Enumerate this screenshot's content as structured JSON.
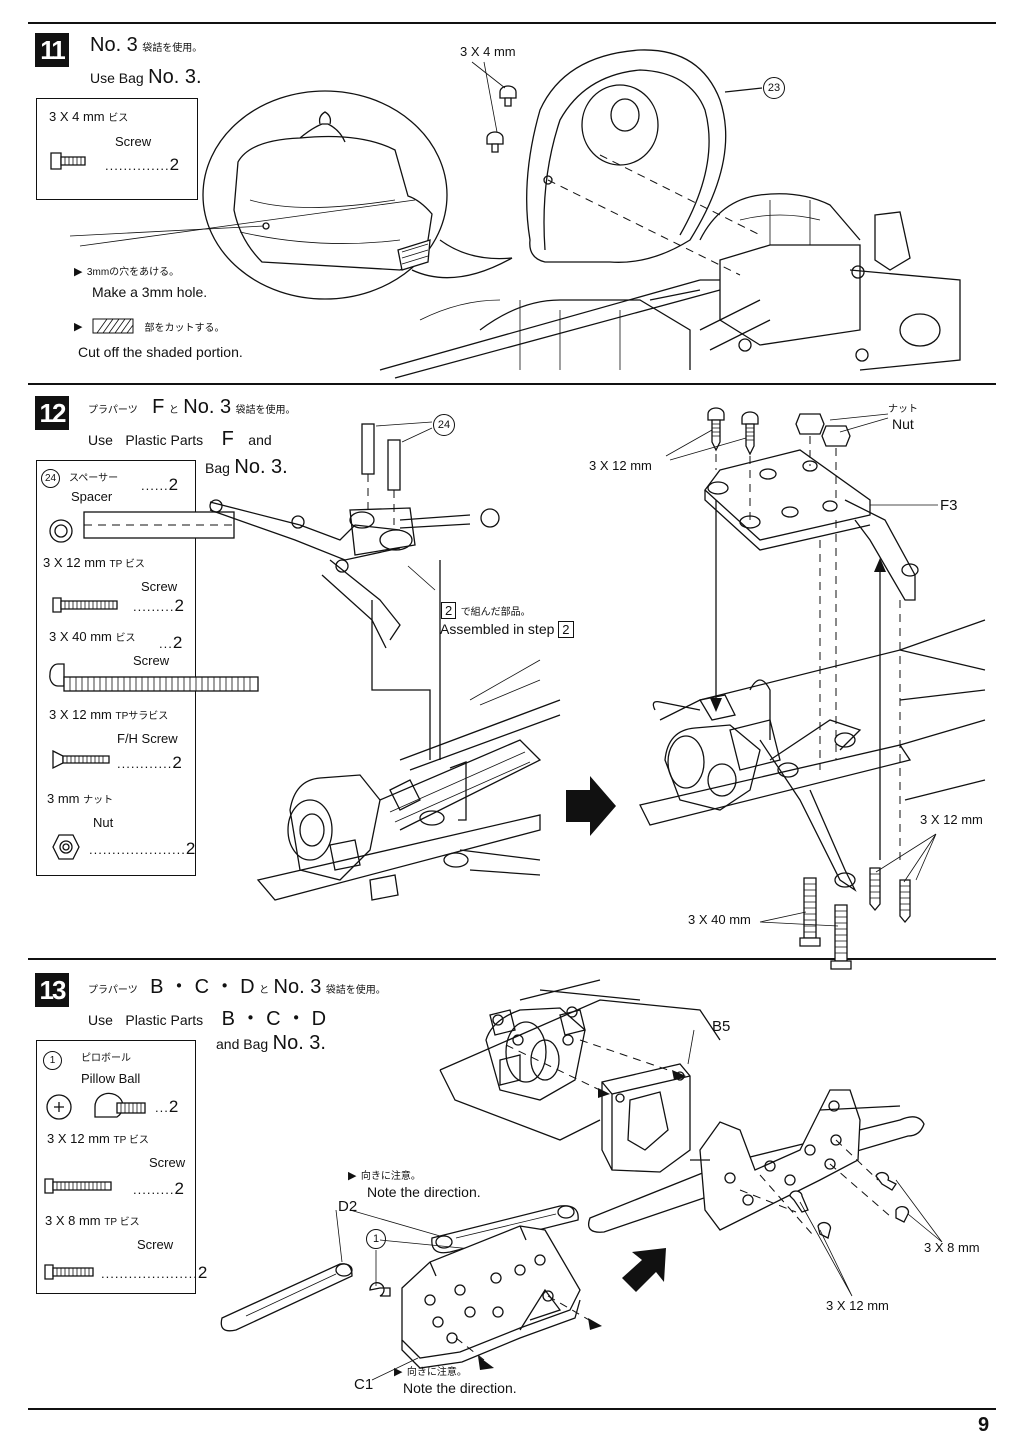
{
  "page_number": "9",
  "step11": {
    "num": "11",
    "line1_no": "No. 3",
    "line1_jp": "袋詰を使用。",
    "line2_use": "Use Bag",
    "line2_no": "No. 3.",
    "part_size": "3 X 4 mm",
    "part_jp": "ビス",
    "part_name": "Screw",
    "part_qty": "2",
    "callout_screw": "3 X 4 mm",
    "callout_part": "23",
    "note1_jp": "3mmの穴をあける。",
    "note1_en": "Make a 3mm hole.",
    "note2_jp": "部をカットする。",
    "note2_en": "Cut off the shaded portion."
  },
  "step12": {
    "num": "12",
    "line1_jp_a": "プラパーツ",
    "line1_f": "F",
    "line1_jp_b": "と",
    "line1_no": "No. 3",
    "line1_jp_c": "袋詰を使用。",
    "line2_use": "Use",
    "line2_pp": "Plastic Parts",
    "line2_f": "F",
    "line2_and": "and",
    "line3_bag": "Bag",
    "line3_no": "No. 3.",
    "parts": [
      {
        "ref": "24",
        "size": "",
        "jp": "スペーサー",
        "name": "Spacer",
        "qty": "2"
      },
      {
        "ref": "",
        "size": "3 X 12 mm",
        "jp": "TP ビス",
        "name": "Screw",
        "qty": "2"
      },
      {
        "ref": "",
        "size": "3 X 40 mm",
        "jp": "ビス",
        "name": "Screw",
        "qty": "2"
      },
      {
        "ref": "",
        "size": "3 X 12 mm",
        "jp": "TPサラビス",
        "name": "F/H Screw",
        "qty": "2"
      },
      {
        "ref": "",
        "size": "3 mm",
        "jp": "ナット",
        "name": "Nut",
        "qty": "2"
      }
    ],
    "callout_24": "24",
    "step2_box": "2",
    "step2_jp": "で組んだ部品。",
    "step2_en": "Assembled in step",
    "label_3x12_top": "3 X 12 mm",
    "label_nut_jp": "ナット",
    "label_nut": "Nut",
    "label_f3": "F3",
    "label_3x12_right": "3 X 12 mm",
    "label_3x40": "3 X 40 mm"
  },
  "step13": {
    "num": "13",
    "line1_jp_a": "プラパーツ",
    "line1_parts": "B ・ C ・ D",
    "line1_jp_b": "と",
    "line1_no": "No. 3",
    "line1_jp_c": "袋詰を使用。",
    "line2_use": "Use",
    "line2_pp": "Plastic Parts",
    "line2_parts": "B ・ C ・ D",
    "line3_and": "and Bag",
    "line3_no": "No. 3.",
    "parts": [
      {
        "ref": "1",
        "size": "",
        "jp": "ピロボール",
        "name": "Pillow Ball",
        "qty": "2"
      },
      {
        "ref": "",
        "size": "3 X 12 mm",
        "jp": "TP ビス",
        "name": "Screw",
        "qty": "2"
      },
      {
        "ref": "",
        "size": "3 X 8 mm",
        "jp": "TP ビス",
        "name": "Screw",
        "qty": "2"
      }
    ],
    "note_dir_jp_top": "向きに注意。",
    "note_dir_en_top": "Note the direction.",
    "label_d2": "D2",
    "label_c1": "C1",
    "callout_1": "1",
    "note_dir_jp_bot": "向きに注意。",
    "note_dir_en_bot": "Note the direction.",
    "label_b5": "B5",
    "label_3x8": "3 X 8 mm",
    "label_3x12": "3 X 12 mm"
  }
}
